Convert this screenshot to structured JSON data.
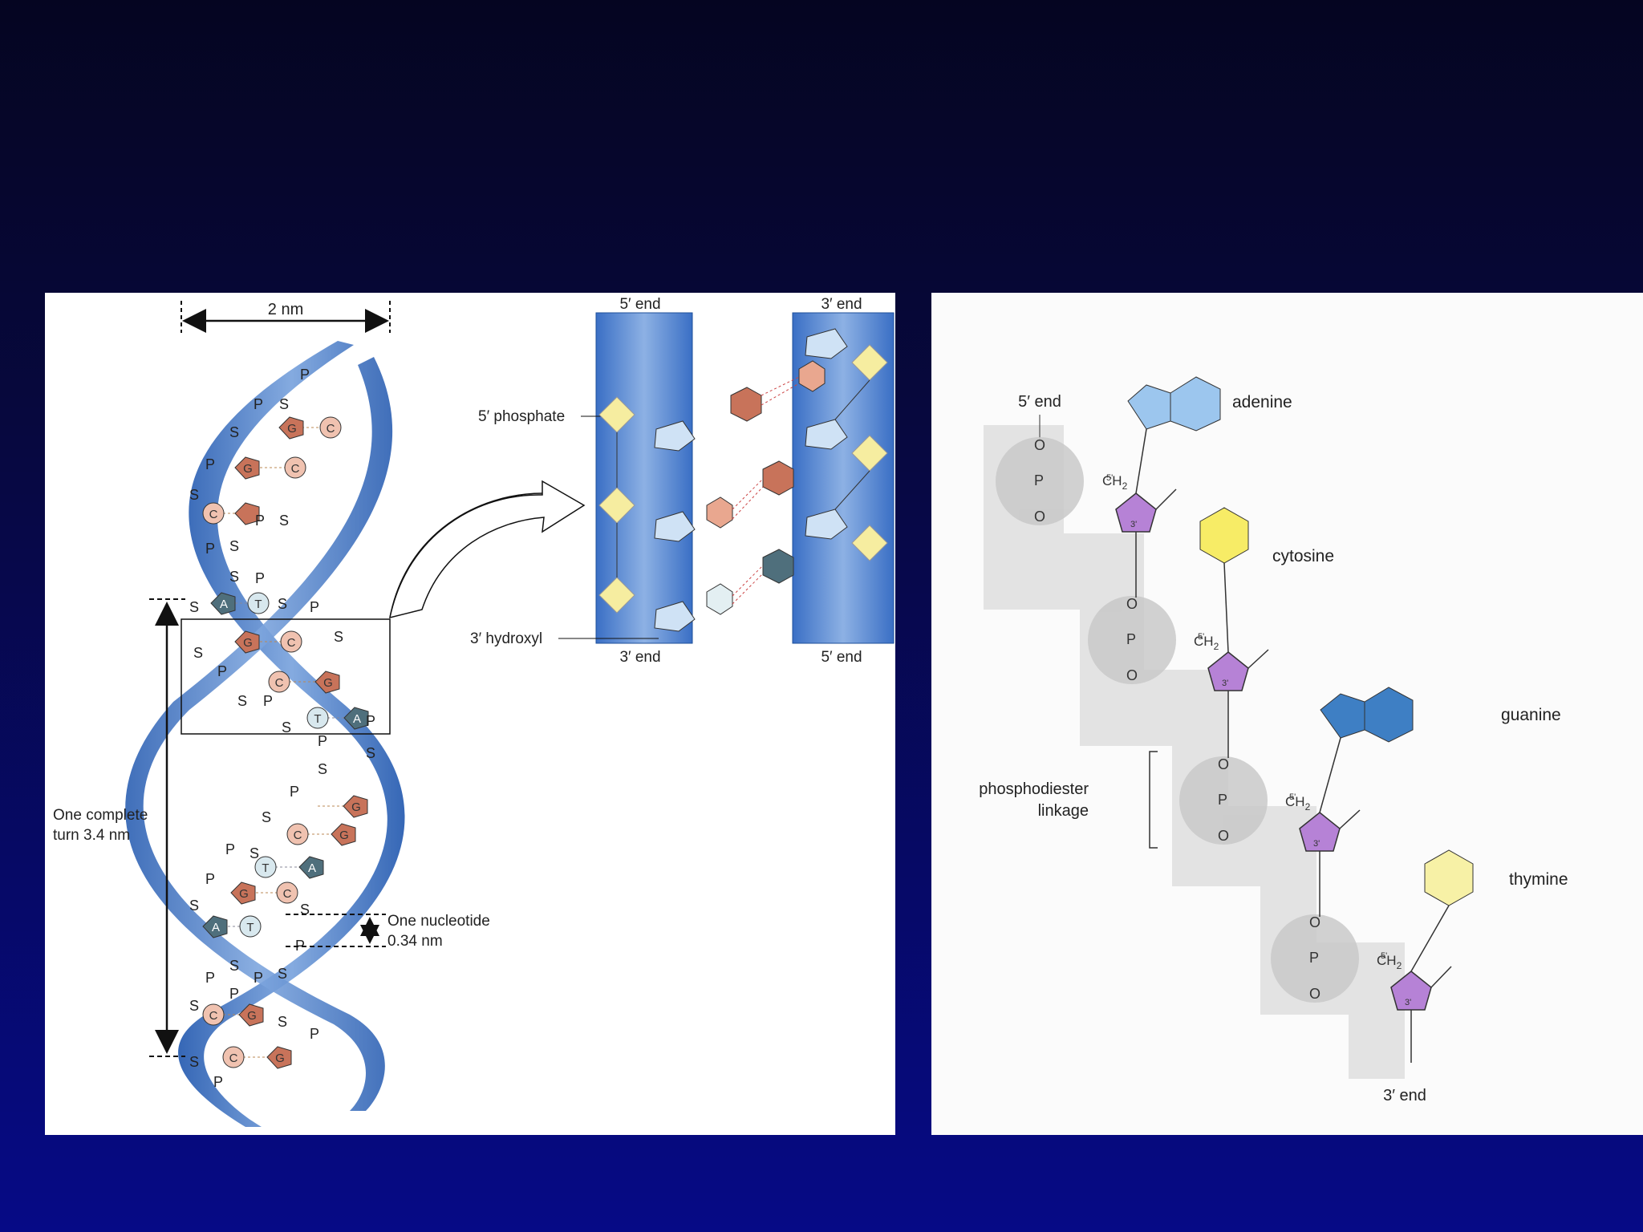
{
  "helix": {
    "width_label": "2 nm",
    "turn_label_1": "One complete",
    "turn_label_2": "turn 3.4 nm",
    "nucleotide_label_1": "One nucleotide",
    "nucleotide_label_2": "0.34 nm",
    "backbone_phosphate": "P",
    "backbone_sugar": "S"
  },
  "closeup": {
    "top_left_end": "5′ end",
    "top_right_end": "3′ end",
    "bottom_left_end": "3′ end",
    "bottom_right_end": "5′ end",
    "phosphate_label": "5′ phosphate",
    "hydroxyl_label": "3′ hydroxyl"
  },
  "chain": {
    "top_end": "5′ end",
    "bottom_end": "3′ end",
    "linkage_label_1": "phosphodiester",
    "linkage_label_2": "linkage",
    "bases": [
      "adenine",
      "cytosine",
      "guanine",
      "thymine"
    ],
    "phosphate_O": "O",
    "phosphate_P": "P",
    "ch2": "CH",
    "sub2": "2",
    "prime5": "5'",
    "prime3": "3'"
  },
  "colors": {
    "helix_blue": "#3d6fc0",
    "helix_light": "#a9c6ea",
    "base_red": "#c8735a",
    "base_pink": "#f0c2b0",
    "base_teal": "#4f6f7c",
    "phosphate_yellow": "#f6eda0",
    "sugar_purple": "#b682d6",
    "adenine": "#9cc6ee",
    "cytosine": "#f7ec66",
    "guanine": "#3e7fc4",
    "thymine": "#f7f1a6",
    "shade": "#e3e3e3"
  }
}
